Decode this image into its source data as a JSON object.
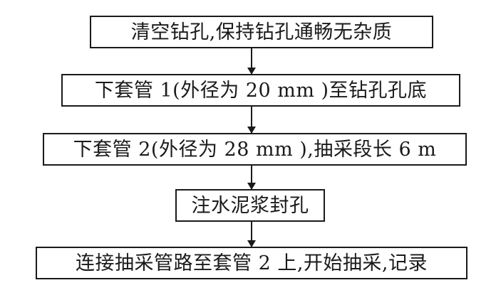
{
  "flowchart": {
    "steps": [
      {
        "label": "清空钻孔,保持钻孔通畅无杂质"
      },
      {
        "label": "下套管 1(外径为 20 mm )至钻孔孔底"
      },
      {
        "label": "下套管 2(外径为 28 mm ),抽采段长 6 m"
      },
      {
        "label": "注水泥浆封孔"
      },
      {
        "label": "连接抽采管路至套管 2 上,开始抽采,记录"
      }
    ],
    "connector_color": "#1a1a1a",
    "text_color": "#1a1a1a",
    "background_color": "#ffffff"
  }
}
